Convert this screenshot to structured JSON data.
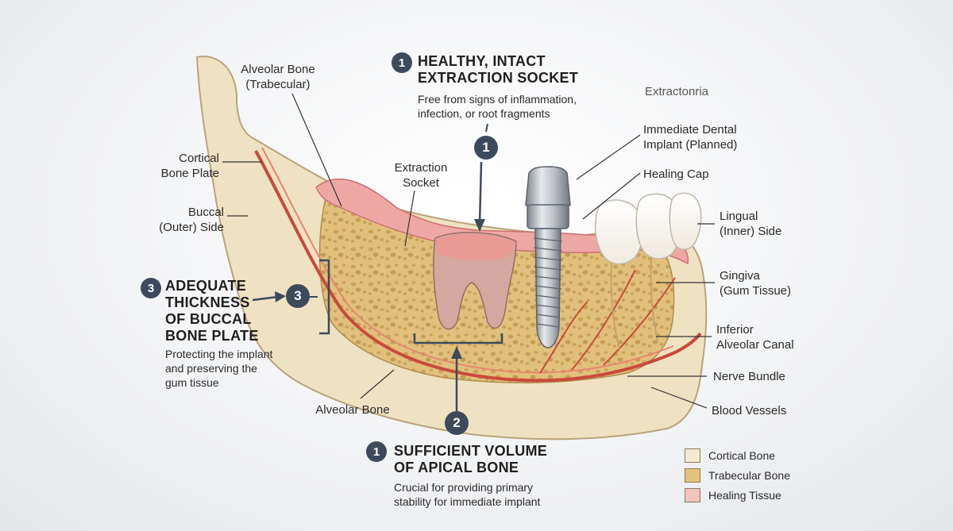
{
  "labels": {
    "alveolar_bone_trabecular": [
      "Alveolar Bone",
      "(Trabecular)"
    ],
    "cortical_bone_plate": [
      "Cortical",
      "Bone Plate"
    ],
    "buccal_side": [
      "Buccal",
      "(Outer) Side"
    ],
    "extraction_socket": [
      "Extraction",
      "Socket"
    ],
    "brand": "Extractonria",
    "immediate_implant": [
      "Immediate Dental",
      "Implant (Planned)"
    ],
    "healing_cap": "Healing Cap",
    "lingual_side": [
      "Lingual",
      "(Inner) Side"
    ],
    "gingiva": [
      "Gingiva",
      "(Gum Tissue)"
    ],
    "inferior_alveolar_canal": [
      "Inferior",
      "Alveolar Canal"
    ],
    "nerve_bundle": "Nerve Bundle",
    "blood_vessels": "Blood Vessels",
    "alveolar_bone": "Alveolar Bone"
  },
  "callouts": {
    "socket": {
      "number": "1",
      "title": [
        "HEALTHY, INTACT",
        "EXTRACTION SOCKET"
      ],
      "desc": [
        "Free from signs of inflammation,",
        "infection, or root fragments"
      ],
      "marker": "1"
    },
    "buccal": {
      "number": "3",
      "title": [
        "ADEQUATE",
        "THICKNESS",
        "OF BUCCAL",
        "BONE PLATE"
      ],
      "desc": [
        "Protecting the implant",
        "and preserving the",
        "gum tissue"
      ],
      "marker": "3"
    },
    "apical": {
      "number": "1",
      "title": [
        "SUFFICIENT VOLUME",
        "OF APICAL BONE"
      ],
      "desc": [
        "Crucial for providing primary",
        "stability for immediate implant"
      ],
      "marker": "2"
    }
  },
  "legend": [
    {
      "label": "Cortical Bone",
      "color": "#f4ead0"
    },
    {
      "label": "Trabecular Bone",
      "color": "#e2c27e"
    },
    {
      "label": "Healing Tissue",
      "color": "#f2c4c0"
    }
  ],
  "colors": {
    "cortical": "#efe2c2",
    "cortical_dark": "#b9a47a",
    "trabecular": "#e1c07c",
    "gum": "#eea8a4",
    "gum_dark": "#c97070",
    "vessel": "#c94a3c",
    "badge": "#3d4a5c",
    "implant": "#a7adb5"
  }
}
